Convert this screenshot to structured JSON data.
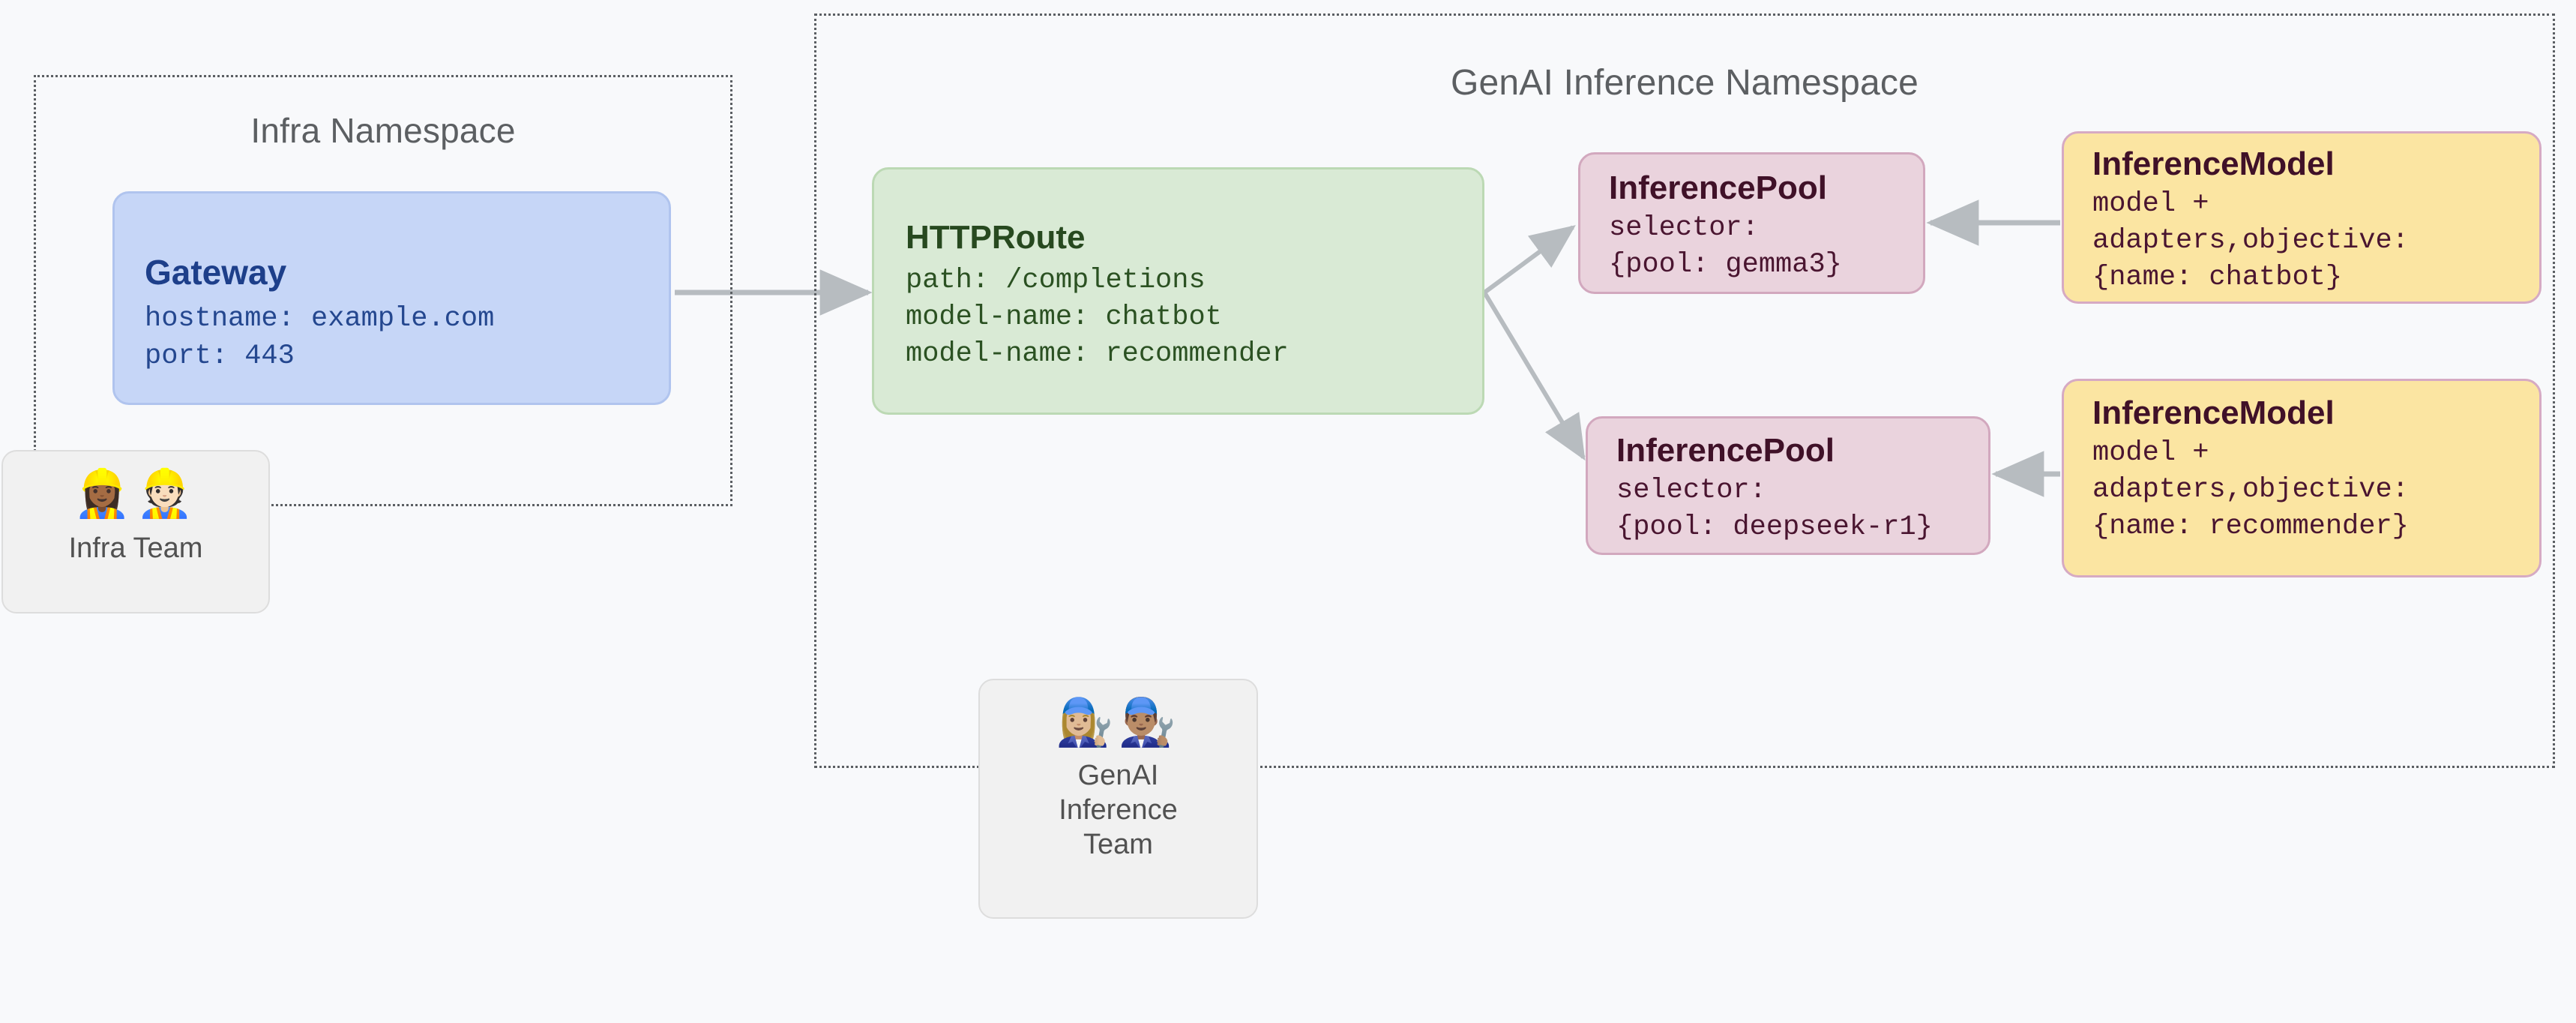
{
  "diagram": {
    "background_color": "#f8f9fb",
    "namespaces": [
      {
        "id": "infra",
        "title": "Infra Namespace"
      },
      {
        "id": "genai",
        "title": "GenAI Inference Namespace"
      }
    ],
    "nodes": [
      {
        "id": "gateway",
        "title": "Gateway",
        "body": "hostname: example.com\nport: 443",
        "fill": "#c6d6f7",
        "stroke": "#b0c4ee",
        "text_color": "#1d3f8a"
      },
      {
        "id": "httproute",
        "title": "HTTPRoute",
        "body": "path: /completions\nmodel-name: chatbot\nmodel-name: recommender",
        "fill": "#d9ead5",
        "stroke": "#bcd9b4",
        "text_color": "#27491f"
      },
      {
        "id": "pool-1",
        "title": "InferencePool",
        "body": "selector:\n{pool: gemma3}",
        "fill": "#ead3dd",
        "stroke": "#d2a8be",
        "text_color": "#401128"
      },
      {
        "id": "pool-2",
        "title": "InferencePool",
        "body": "selector:\n{pool: deepseek-r1}",
        "fill": "#ead3dd",
        "stroke": "#d2a8be",
        "text_color": "#401128"
      },
      {
        "id": "model-1",
        "title": "InferenceModel",
        "body": "model +\nadapters,objective:\n{name: chatbot}",
        "fill": "#fbe5a2",
        "stroke": "#d6aac3",
        "text_color": "#401128"
      },
      {
        "id": "model-2",
        "title": "InferenceModel",
        "body": "model +\nadapters,objective:\n{name: recommender}",
        "fill": "#fbe5a2",
        "stroke": "#d6aac3",
        "text_color": "#401128"
      }
    ],
    "teams": [
      {
        "id": "infra-team",
        "label": "Infra Team",
        "faces": "👷🏾‍♀️👷🏻"
      },
      {
        "id": "genai-team",
        "label": "GenAI\nInference\nTeam",
        "faces": "👩🏼‍🔧👨🏽‍🔧"
      }
    ],
    "edges": [
      {
        "id": "gateway-to-httproute",
        "from": "gateway",
        "to": "httproute",
        "color": "#b7bcc0"
      },
      {
        "id": "httproute-to-pool-1",
        "from": "httproute",
        "to": "pool-1",
        "color": "#b7bcc0"
      },
      {
        "id": "httproute-to-pool-2",
        "from": "httproute",
        "to": "pool-2",
        "color": "#b7bcc0"
      },
      {
        "id": "model-1-to-pool-1",
        "from": "model-1",
        "to": "pool-1",
        "color": "#b7bcc0"
      },
      {
        "id": "model-2-to-pool-2",
        "from": "model-2",
        "to": "pool-2",
        "color": "#b7bcc0"
      }
    ]
  }
}
